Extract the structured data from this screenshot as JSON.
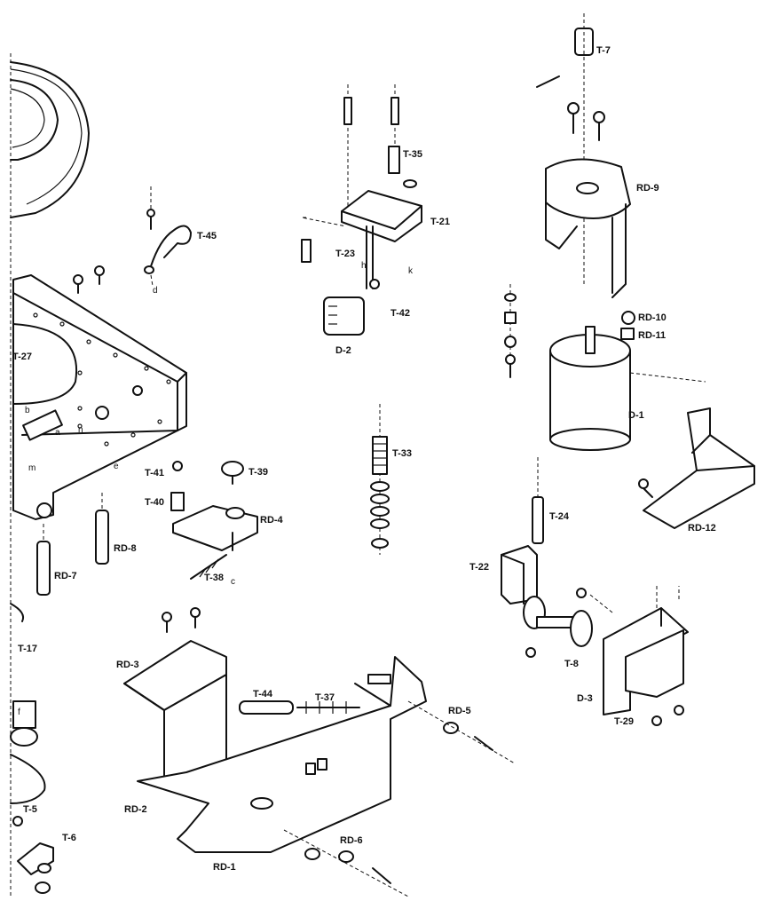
{
  "labels": {
    "T7": "T-7",
    "RD9": "RD-9",
    "T35": "T-35",
    "T21": "T-21",
    "T23": "T-23",
    "T42": "T-42",
    "D2": "D-2",
    "T45": "T-45",
    "RD10": "RD-10",
    "RD11": "RD-11",
    "D1": "D-1",
    "T27": "T-27",
    "T33": "T-33",
    "T41": "T-41",
    "T39": "T-39",
    "T40": "T-40",
    "RD4": "RD-4",
    "T38": "T-38",
    "RD12": "RD-12",
    "T24": "T-24",
    "T22": "T-22",
    "RD7": "RD-7",
    "RD8": "RD-8",
    "T17": "T-17",
    "RD3": "RD-3",
    "T44": "T-44",
    "T37": "T-37",
    "RD5": "RD-5",
    "T8": "T-8",
    "D3": "D-3",
    "T29": "T-29",
    "T5": "T-5",
    "T6": "T-6",
    "RD2": "RD-2",
    "RD6": "RD-6",
    "RD1": "RD-1"
  },
  "letters": {
    "a": "a",
    "b": "b",
    "c": "c",
    "d": "d",
    "e": "e",
    "f": "f",
    "h": "h",
    "k": "k",
    "m": "m",
    "n": "n"
  }
}
